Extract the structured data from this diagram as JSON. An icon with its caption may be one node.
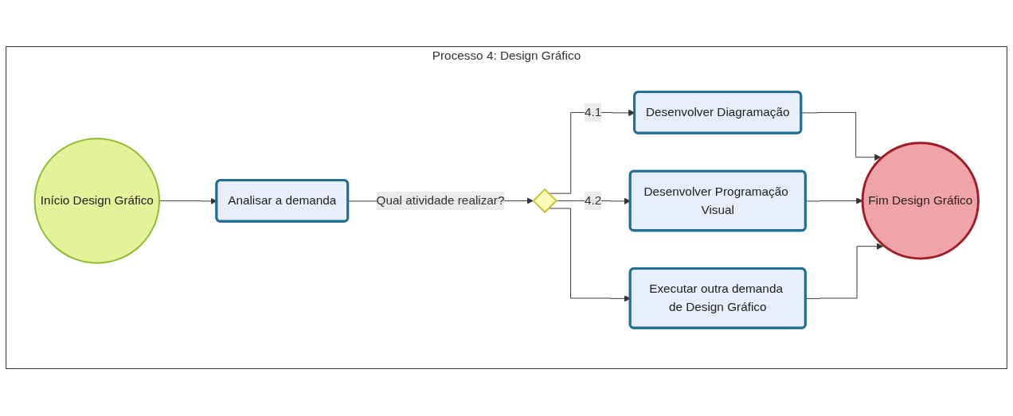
{
  "diagram": {
    "nodes": [
      {
        "text": [
          "Processo 4: Design Gráfico"
        ]
      },
      {
        "text": [
          "Início Design Gráfico"
        ],
        "in": 0
      },
      {
        "text": [
          "Analisar a demanda"
        ],
        "in": 0
      },
      {
        "text": [],
        "shape": "diamond",
        "in": 0
      },
      {
        "text": [
          "Desenvolver Diagramação"
        ],
        "in": 0
      },
      {
        "text": [
          "Desenvolver Programação Visual"
        ],
        "in": 0
      },
      {
        "text": [
          "Executar outra demanda de Design Gráfico"
        ],
        "in": 0
      },
      {
        "text": [
          "Fim Design Gráfico"
        ],
        "in": 0
      }
    ],
    "edges": [
      {
        "from": 1,
        "to": 2,
        "arrow": "to"
      },
      {
        "from": 2,
        "to": 3,
        "label": "Qual atividade realizar?",
        "arrow": "to"
      },
      {
        "from": 3,
        "to": 4,
        "label": "4.1",
        "arrow": "to"
      },
      {
        "from": 3,
        "to": 5,
        "label": "4.2",
        "arrow": "to"
      },
      {
        "from": 3,
        "to": 6,
        "arrow": "to"
      },
      {
        "from": 4,
        "to": 7,
        "arrow": "to"
      },
      {
        "from": 5,
        "to": 7,
        "arrow": "to"
      },
      {
        "from": 6,
        "to": 7,
        "arrow": "to"
      }
    ]
  }
}
